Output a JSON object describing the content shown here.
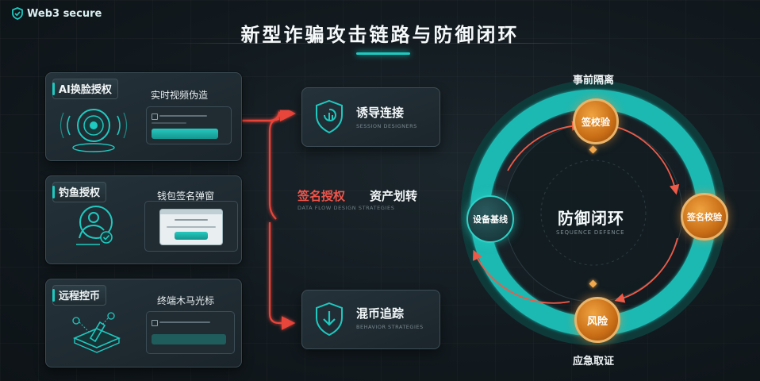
{
  "logo": {
    "text": "Web3 secure"
  },
  "title": "新型诈骗攻击链路与防御闭环",
  "left_panels": [
    {
      "tag": "AI换脸授权",
      "subtitle": "实时视频伪造"
    },
    {
      "tag": "钓鱼授权",
      "subtitle": "钱包签名弹窗"
    },
    {
      "tag": "远程控币",
      "subtitle": "终端木马光标"
    }
  ],
  "mid_boxes": [
    {
      "title": "诱导连接",
      "subtitle": "SESSION DESIGNERS"
    },
    {
      "title": "混币追踪",
      "subtitle": "BEHAVIOR STRATEGIES"
    }
  ],
  "flow": {
    "label_red": "签名授权",
    "label_white": "资产划转",
    "sub": "DATA FLOW DESIGN STRATEGIES"
  },
  "loop": {
    "title": "防御闭环",
    "subtitle": "SEQUENCE DEFENCE",
    "top_label": "事前隔离",
    "bottom_label": "应急取证",
    "nodes": {
      "left": "设备基线",
      "top": "签校验",
      "right": "签名校验",
      "bottom": "风险"
    }
  },
  "colors": {
    "accent_teal": "#1ec9c0",
    "attack_red": "#e8443a",
    "node_orange": "#e08a2a"
  },
  "icons": [
    "logo-shield-icon",
    "webcam-icon",
    "phishing-user-icon",
    "remote-control-icon",
    "shield-link-icon",
    "shield-download-icon"
  ]
}
